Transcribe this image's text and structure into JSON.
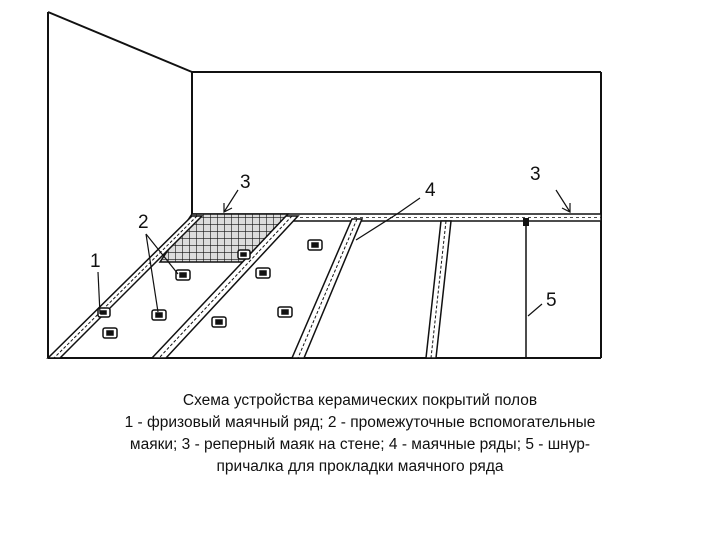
{
  "diagram": {
    "callouts": {
      "n1": "1",
      "n2": "2",
      "n3_left": "3",
      "n3_right": "3",
      "n4": "4",
      "n5": "5"
    },
    "colors": {
      "ink": "#111111",
      "background": "#ffffff",
      "tile_fill": "#dcdcdc"
    }
  },
  "caption": {
    "line1": "Схема устройства керамических покрытий полов",
    "line2": "1 - фризовый маячный ряд; 2 - промежуточные вспомогательные",
    "line3": "маяки; 3 - реперный маяк на стене; 4 - маячные ряды; 5 -  шнур-",
    "line4": "причалка  для прокладки маячного ряда"
  }
}
